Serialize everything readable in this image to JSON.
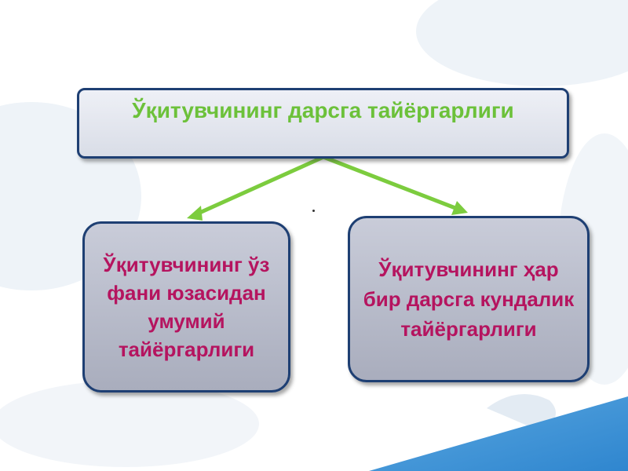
{
  "top_box": {
    "text": "Ўқитувчининг дарсга тайёргарлиги"
  },
  "left_box": {
    "text": "Ўқитувчининг ўз фани юзасидан умумий тайёргарлиги"
  },
  "right_box": {
    "text": "Ўқитувчининг ҳар бир дарсга кундалик тайёргарлиги"
  },
  "colors": {
    "top_text": "#6cc13a",
    "sub_text": "#b5145f",
    "border": "#1e3f73",
    "arrow": "#7ccc3e"
  }
}
